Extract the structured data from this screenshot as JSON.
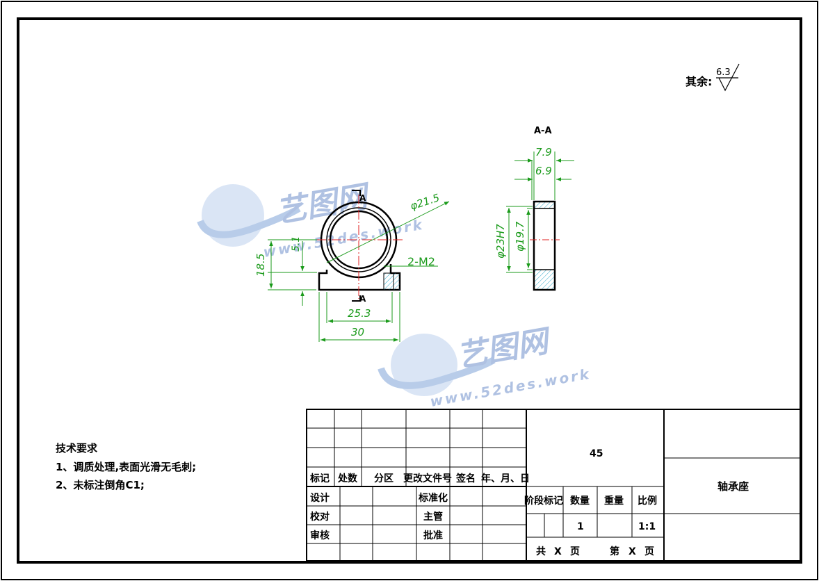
{
  "roughness": {
    "label": "其余:",
    "value": "6.3"
  },
  "section": {
    "title": "A-A"
  },
  "section_marks": {
    "top": "A",
    "bottom": "A"
  },
  "dims_front": {
    "d_outer": "φ21.5",
    "thread": "2-M2",
    "offset": "5.1",
    "height": "18.5",
    "width_inner": "25.3",
    "width_outer": "30"
  },
  "dims_section": {
    "w1": "7.9",
    "w2": "6.9",
    "d1": "φ23H7",
    "d2": "φ19.7"
  },
  "watermark": {
    "cn": "艺图网",
    "url": "www.52des.work"
  },
  "tech": {
    "heading": "技术要求",
    "items": [
      "1、调质处理,表面光滑无毛刺;",
      "2、未标注倒角C1;"
    ]
  },
  "title_block": {
    "material": "45",
    "part_name": "轴承座",
    "rev_headers": [
      "标记",
      "处数",
      "分区",
      "更改文件号",
      "签名",
      "年、月、日"
    ],
    "sign_rows": [
      {
        "left": "设计",
        "right": "标准化"
      },
      {
        "left": "校对",
        "right": "主管"
      },
      {
        "left": "审核",
        "right": "批准"
      }
    ],
    "stage_headers": [
      "阶段标记",
      "数量",
      "重量",
      "比例"
    ],
    "quantity": "1",
    "scale": "1:1",
    "sheets": [
      "共",
      "X",
      "页",
      "第",
      "X",
      "页"
    ]
  },
  "colors": {
    "dimension": "#1a9a1a",
    "centerline": "#e02020",
    "hatch": "#2aa8c8",
    "outline": "#000000"
  }
}
